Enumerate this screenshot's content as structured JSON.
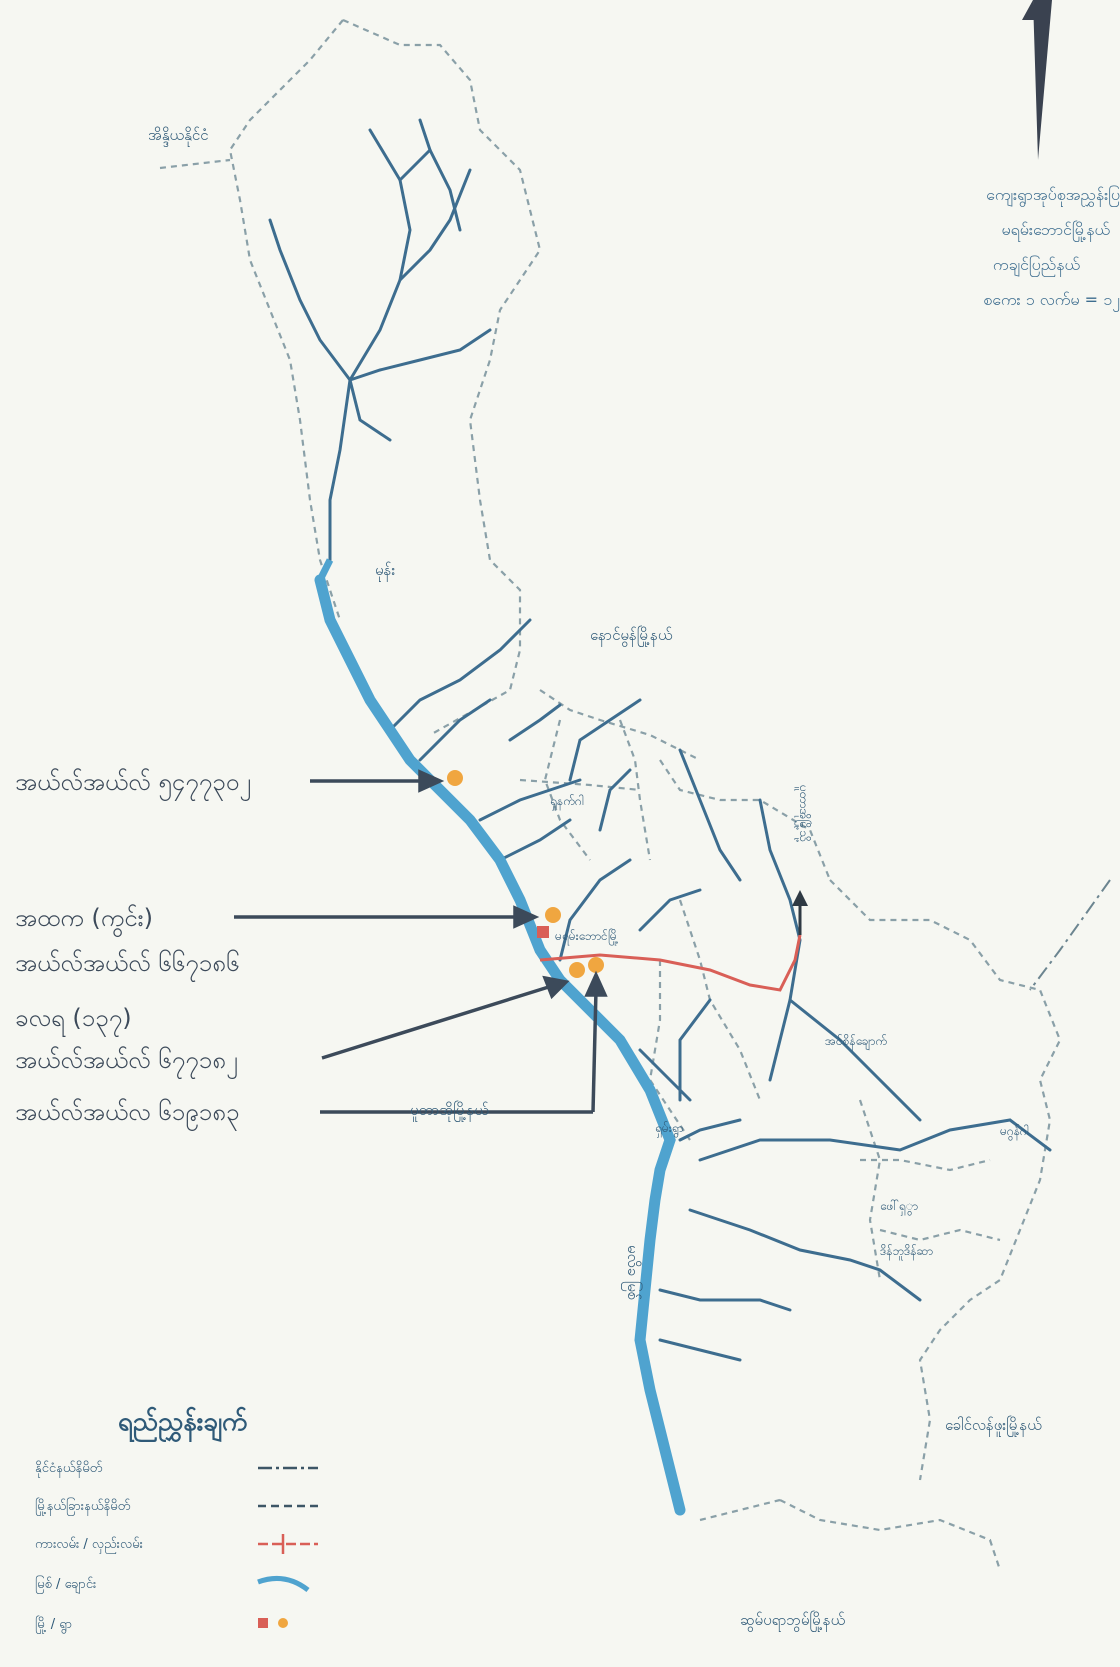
{
  "info": {
    "line1": "ကျေးရွာအုပ်စုအညွှန်းပြ",
    "line2": "မရမ်းဘောင်မြို့နယ်",
    "line3": "ကချင်ပြည်နယ်",
    "line4": "စကေး ၁ လက်မ = ၁၂"
  },
  "labels": {
    "country_border_label": "အိန္ဒိယနိုင်ငံ",
    "river_main": "မုန်း",
    "township_north_east": "နောင်မွန်မြို့နယ်",
    "township_south_west": "ပူတာအိုမြို့နယ်",
    "township_east": "ခေါင်လန်ဖူးမြို့နယ်",
    "township_south": "ဆွမ်ပရာဘွမ်မြို့နယ်",
    "village_1": "အင်စိန်ချောက်",
    "village_2": "ရှမ်းရွာ",
    "village_3": "ဖေါ်ရှွာ",
    "village_4": "ဒိန်ဘူဒိန်ဆာ",
    "village_5": "မဂွန်ဂါ",
    "village_6": "ရှုနက်ဂါ",
    "town_center": "မရမ်းဘောင်မြို့",
    "river_vertical": "မလိခ မြစ်"
  },
  "road_arrow_label": "ပူတာအိုမြို့သို့",
  "callouts": [
    "အယ်လ်အယ်လ် ၅၄၇၇၃၀၂",
    "အထက (ကွင်း)",
    "အယ်လ်အယ်လ် ၆၆၇၁၈၆",
    "ခလရ (၁၃၇)",
    "အယ်လ်အယ်လ် ၆၇၇၁၈၂",
    "အယ်လ်အယ်လ ၆၁၉၁၈၃"
  ],
  "legend": {
    "title": "ရည်ညွှန်းချက်",
    "items": [
      {
        "label": "နိုင်ငံနယ်နိမိတ်"
      },
      {
        "label": "မြို့နယ်ခြားနယ်နိမိတ်"
      },
      {
        "label": "ကားလမ်း / လှည်းလမ်း"
      },
      {
        "label": "မြစ် / ချောင်း"
      },
      {
        "label": "မြို့ / ရွာ"
      }
    ]
  },
  "colors": {
    "river": "#4fa3cf",
    "river_dark": "#3d6d8f",
    "boundary": "#8aa0a8",
    "road": "#d95f57",
    "site": "#f0a640",
    "text": "#2f5a78"
  }
}
